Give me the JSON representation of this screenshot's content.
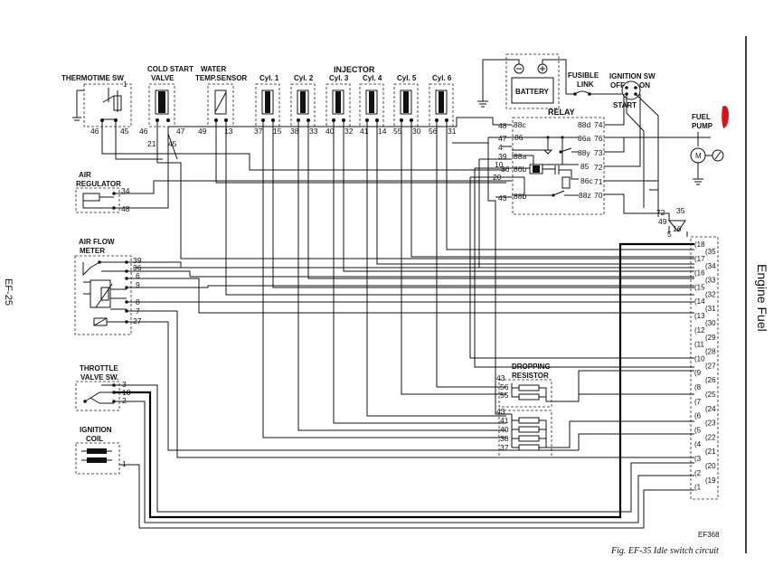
{
  "labels": {
    "thermotime": "THERMOTIME SW",
    "cold_start_1": "COLD START",
    "cold_start_2": "VALVE",
    "water_temp_1": "WATER",
    "water_temp_2": "TEMP.SENSOR",
    "injector": "INJECTOR",
    "cyl1": "Cyl. 1",
    "cyl2": "Cyl. 2",
    "cyl3": "Cyl. 3",
    "cyl4": "Cyl. 4",
    "cyl5": "Cyl. 5",
    "cyl6": "Cyl. 6",
    "battery": "BATTERY",
    "fusible_1": "FUSIBLE",
    "fusible_2": "LINK",
    "ignition_sw": "IGNITION SW",
    "off": "OFF",
    "on": "ON",
    "start": "START",
    "relay": "RELAY",
    "fuel_pump_1": "FUEL",
    "fuel_pump_2": "PUMP",
    "air_regulator_1": "AIR",
    "air_regulator_2": "REGULATOR",
    "air_flow_1": "AIR FLOW",
    "air_flow_2": "METER",
    "throttle_1": "THROTTLE",
    "throttle_2": "VALVE SW.",
    "ignition_coil_1": "IGNITION",
    "ignition_coil_2": "COIL",
    "dropping_1": "DROPPING",
    "dropping_2": "RESISTOR",
    "code": "EF368",
    "caption": "Fig. EF-35  Idle switch circuit",
    "side_title": "Engine Fuel",
    "page_no": "EF-25"
  },
  "pins": {
    "thermo": [
      "46",
      "45"
    ],
    "cold_start": [
      "46",
      "47",
      "21",
      "45"
    ],
    "water_temp": [
      "49",
      "13"
    ],
    "cyl1": [
      "37",
      "15"
    ],
    "cyl2": [
      "38",
      "33"
    ],
    "cyl3": [
      "40",
      "32"
    ],
    "cyl4": [
      "41",
      "14"
    ],
    "cyl5": [
      "55",
      "30"
    ],
    "cyl6": [
      "56",
      "31"
    ],
    "relay_left": [
      "48",
      "47",
      "4",
      "39",
      "10",
      "36",
      "20",
      "43"
    ],
    "relay_inner_left": [
      "88c",
      "86",
      "88a",
      "86b",
      "88b"
    ],
    "relay_inner_right": [
      "88d",
      "86a",
      "88y",
      "85",
      "86c",
      "88z"
    ],
    "relay_right": [
      "74",
      "76",
      "73",
      "72",
      "71",
      "70"
    ],
    "air_reg": [
      "34",
      "48"
    ],
    "air_flow": [
      "39",
      "36",
      "6",
      "9",
      "8",
      "7",
      "27"
    ],
    "throttle": [
      "3",
      "18",
      "2"
    ],
    "ignition_coil": [
      "1"
    ],
    "dropping_top": [
      "43",
      "56",
      "55"
    ],
    "dropping_bottom": [
      "43",
      "41",
      "40",
      "38",
      "37"
    ],
    "connector_top": [
      "72",
      "35",
      "49",
      "16",
      "5"
    ],
    "conn_left": [
      "18",
      "17",
      "16",
      "15",
      "14",
      "13",
      "12",
      "11",
      "10",
      "9",
      "8",
      "7",
      "6",
      "5",
      "4",
      "3",
      "2",
      "1"
    ],
    "conn_right": [
      "35",
      "34",
      "33",
      "32",
      "31",
      "30",
      "29",
      "28",
      "27",
      "26",
      "25",
      "24",
      "23",
      "22",
      "21",
      "20",
      "19"
    ]
  }
}
